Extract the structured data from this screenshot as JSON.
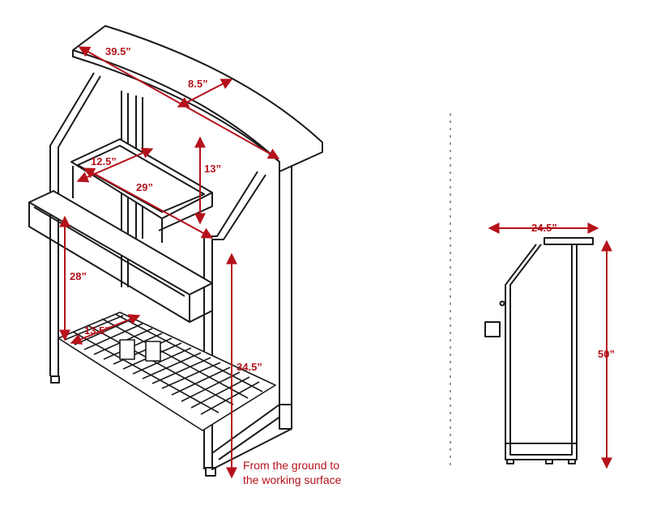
{
  "colors": {
    "outline": "#1a1a1a",
    "dimension": "#b5121b",
    "background": "#ffffff",
    "divider": "#777777"
  },
  "perspective_view": {
    "dimensions": {
      "top_width": "39.5”",
      "top_depth": "8.5”",
      "ice_bin_depth": "12.5”",
      "ice_bin_width": "29”",
      "upper_height": "13”",
      "rail_height": "28”",
      "shelf_depth": "13.5”",
      "working_surface_height": "34.5”"
    },
    "note_line_1": "From the ground to",
    "note_line_2": "the working surface"
  },
  "side_view": {
    "dimensions": {
      "depth": "24.5”",
      "height": "50”"
    }
  }
}
